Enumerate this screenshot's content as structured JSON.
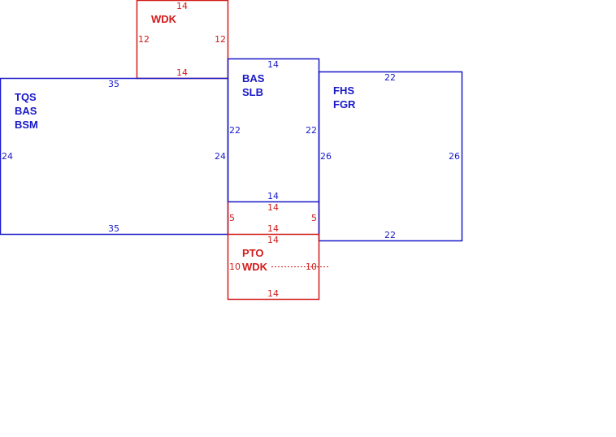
{
  "colors": {
    "blue": "#1919c8",
    "red": "#d21919"
  },
  "sections": [
    {
      "id": "wdk-top",
      "color": "red",
      "labels": [
        "WDK"
      ],
      "dims": {
        "top": "14",
        "left": "12",
        "right": "12",
        "bottom": "14"
      }
    },
    {
      "id": "tqs",
      "color": "blue",
      "labels": [
        "TQS",
        "BAS",
        "BSM"
      ],
      "dims": {
        "top": "35",
        "left": "24",
        "right": "24",
        "bottom": "35"
      }
    },
    {
      "id": "bas-slb",
      "color": "blue",
      "labels": [
        "BAS",
        "SLB"
      ],
      "dims": {
        "top": "14",
        "left": "22",
        "right": "22",
        "bottom": "14"
      }
    },
    {
      "id": "strip",
      "color": "red",
      "labels": [],
      "dims": {
        "top": "14",
        "left": "5",
        "right": "5",
        "bottom": "14"
      }
    },
    {
      "id": "fhs",
      "color": "blue",
      "labels": [
        "FHS",
        "FGR"
      ],
      "dims": {
        "top": "22",
        "left": "26",
        "right": "26",
        "bottom": "22"
      }
    },
    {
      "id": "pto",
      "color": "red",
      "labels": [
        "PTO",
        "WDK"
      ],
      "dims": {
        "top": "14",
        "left": "10",
        "right": "10",
        "bottom": "14"
      }
    }
  ]
}
